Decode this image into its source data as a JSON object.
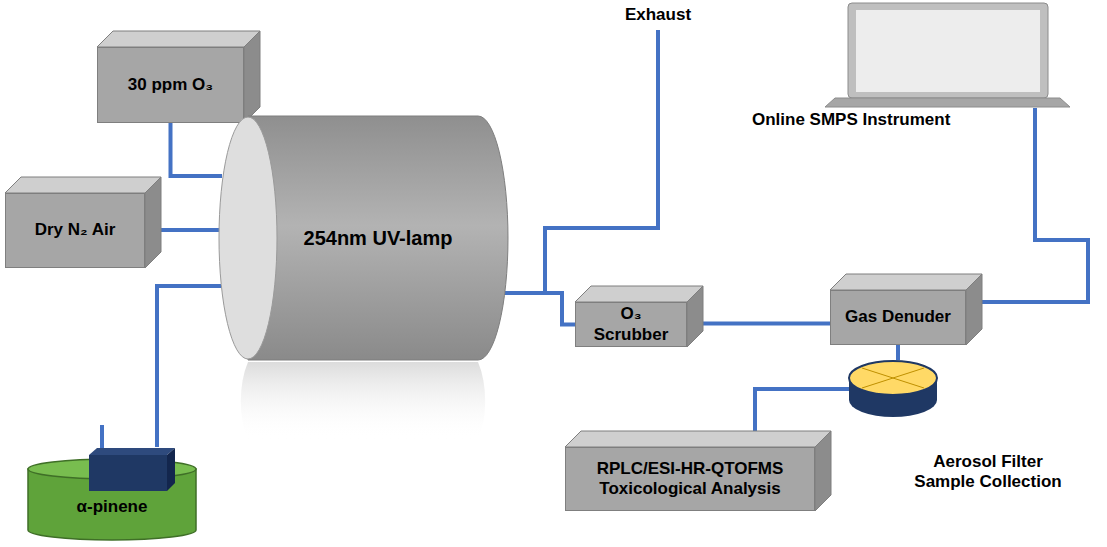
{
  "diagram": {
    "nodes": [
      {
        "text": [
          "30 ppm O₃"
        ]
      },
      {
        "text": [
          "Dry N₂ Air"
        ]
      },
      {
        "text": [
          "α-pinene"
        ]
      },
      {
        "text": [
          "254nm UV-lamp"
        ]
      },
      {
        "text": [
          "O₃ Scrubber"
        ]
      },
      {
        "text": [
          "Gas Denuder"
        ]
      },
      {
        "text": [
          "Online SMPS Instrument"
        ]
      },
      {
        "text": [
          "Aerosol Filter Sample Collection"
        ]
      },
      {
        "text": [
          "RPLC/ESI-HR-QTOFMS Toxicological Analysis"
        ]
      }
    ],
    "edges": [
      {
        "from": 0,
        "to": 3,
        "arrow": "none"
      },
      {
        "from": 1,
        "to": 3,
        "arrow": "none"
      },
      {
        "from": 2,
        "to": 3,
        "arrow": "none"
      },
      {
        "from": 3,
        "to": 4,
        "arrow": "none"
      },
      {
        "from": 4,
        "to": 5,
        "arrow": "none"
      },
      {
        "from": 5,
        "to": 6,
        "arrow": "none"
      },
      {
        "from": 5,
        "to": 7,
        "arrow": "none"
      },
      {
        "from": 7,
        "to": 8,
        "arrow": "none"
      }
    ],
    "labels": [
      "Exhaust"
    ]
  }
}
